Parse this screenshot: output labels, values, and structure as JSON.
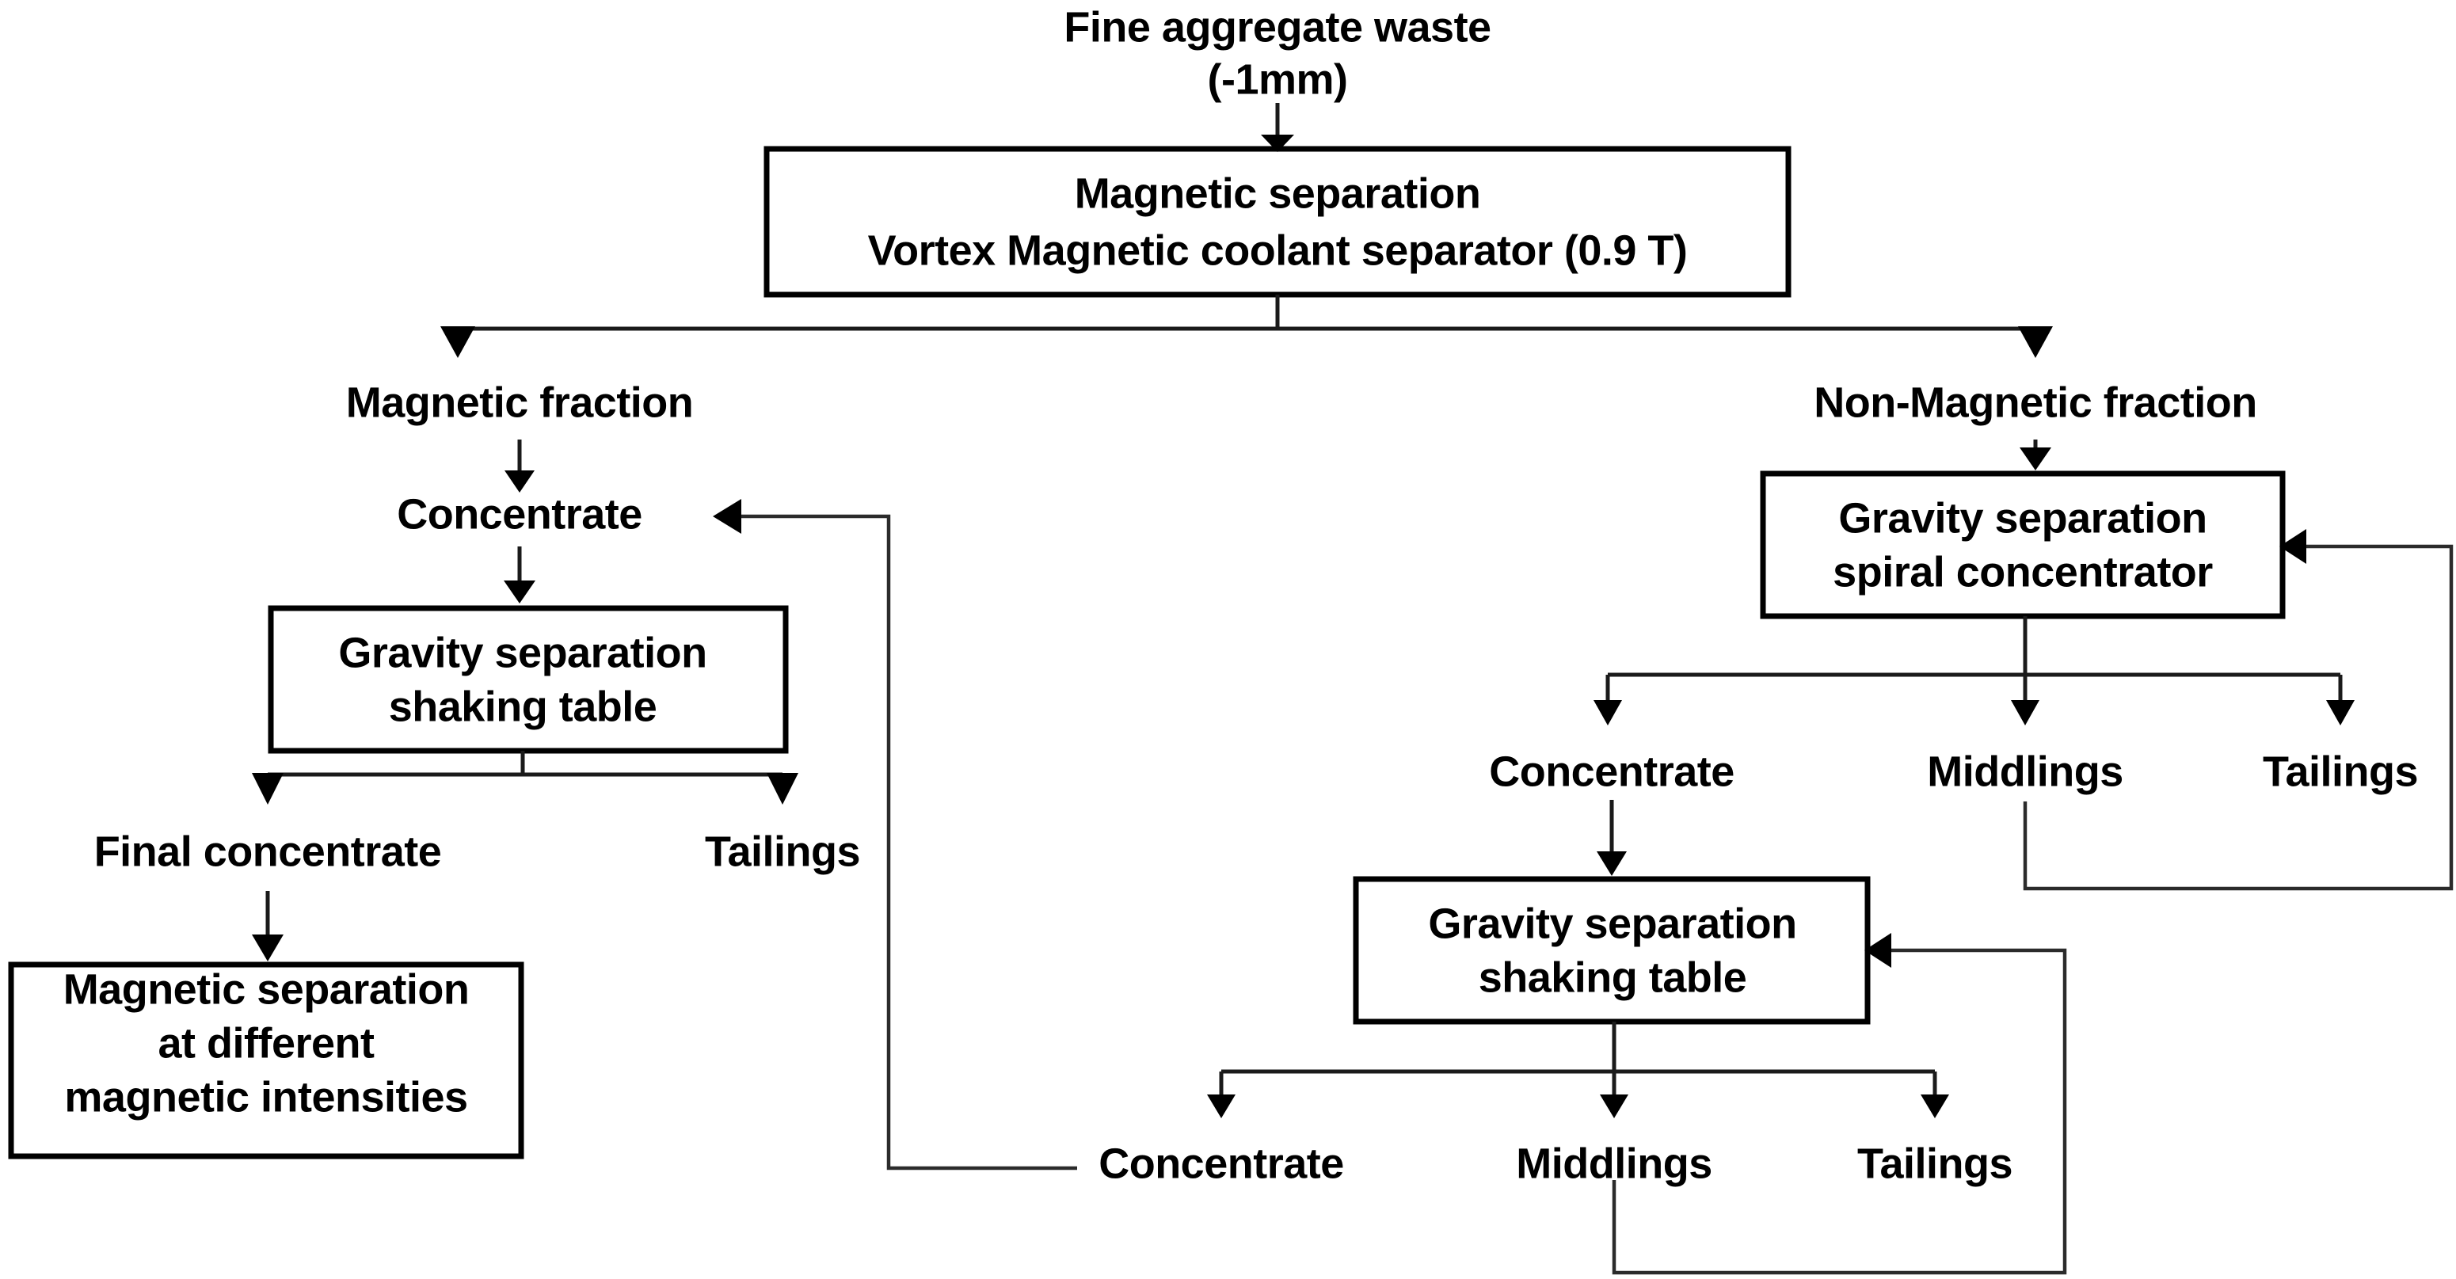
{
  "diagram": {
    "title": "Fine aggregate waste beneficiation flowsheet",
    "colors": {
      "background": "#ffffff",
      "line": "#1a1a1a",
      "box_border": "#000000",
      "text": "#000000"
    }
  },
  "nodes": {
    "feed_line1": "Fine aggregate waste",
    "feed_line2": "(-1mm)",
    "magsep_line1": "Magnetic separation",
    "magsep_line2": "Vortex Magnetic coolant separator (0.9 T)",
    "magnetic_fraction": "Magnetic fraction",
    "non_magnetic_fraction": "Non-Magnetic fraction",
    "left_concentrate": "Concentrate",
    "left_shaking_line1": "Gravity separation",
    "left_shaking_line2": "shaking table",
    "final_concentrate": "Final concentrate",
    "left_tailings": "Tailings",
    "final_magsep_line1": "Magnetic separation",
    "final_magsep_line2": "at different",
    "final_magsep_line3": "magnetic intensities",
    "spiral_line1": "Gravity separation",
    "spiral_line2": "spiral concentrator",
    "spiral_concentrate": "Concentrate",
    "spiral_middlings": "Middlings",
    "spiral_tailings": "Tailings",
    "right_shaking_line1": "Gravity separation",
    "right_shaking_line2": "shaking table",
    "right_concentrate": "Concentrate",
    "right_middlings": "Middlings",
    "right_tailings": "Tailings"
  }
}
